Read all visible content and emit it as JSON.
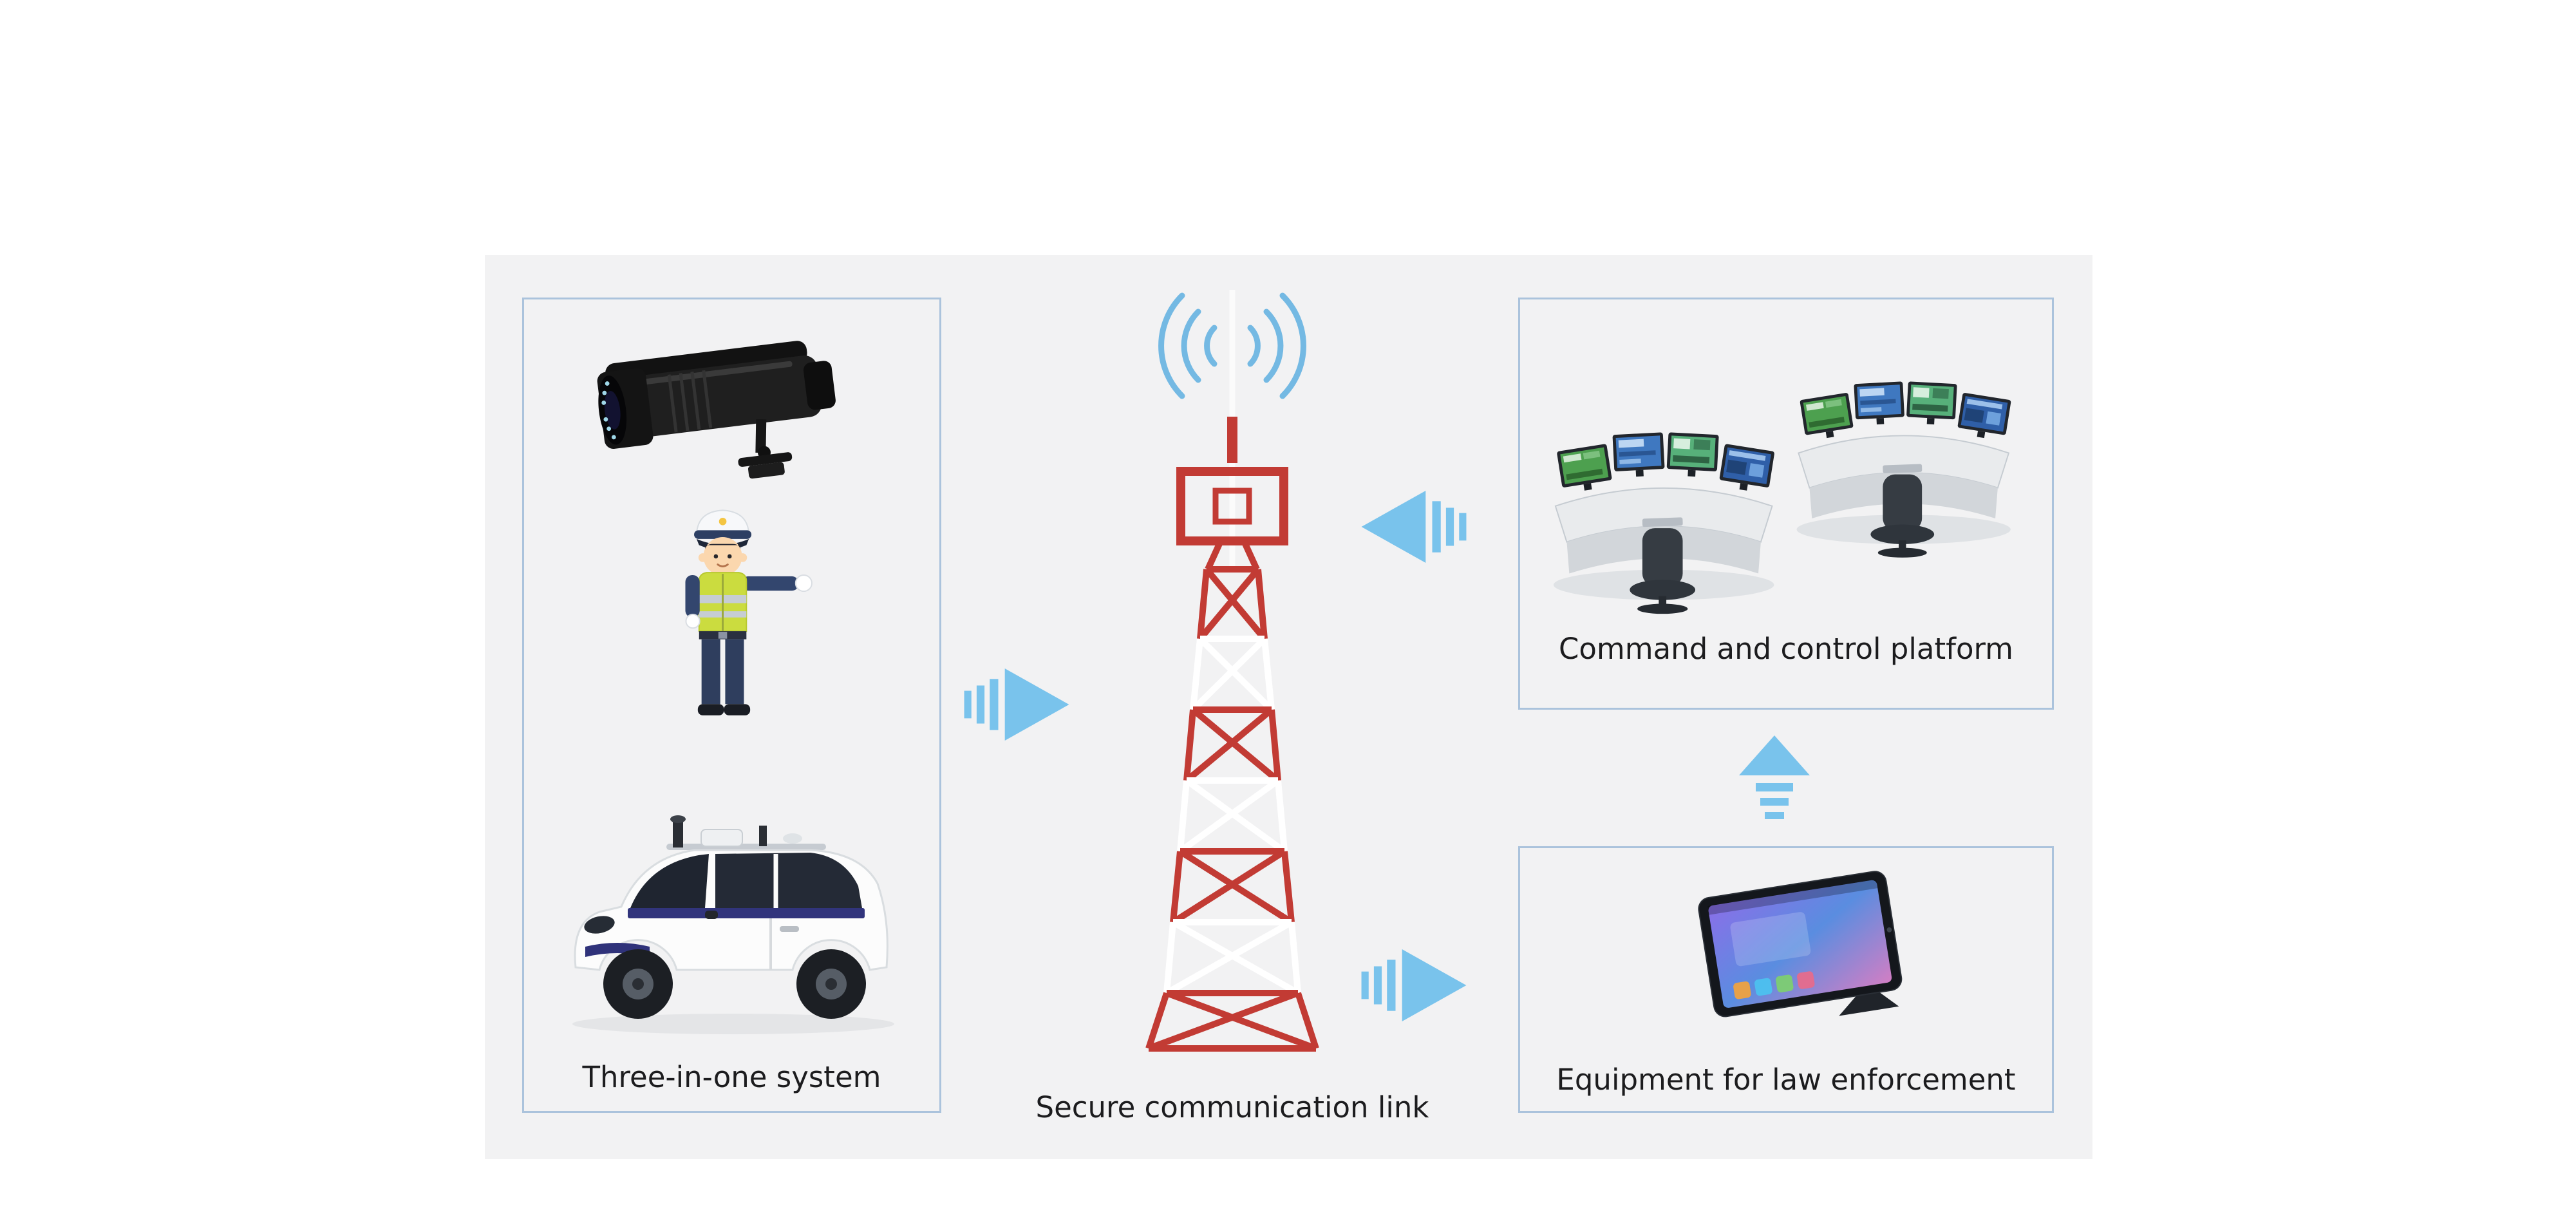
{
  "page": {
    "background": "#ffffff",
    "panel_background": "#f2f2f3"
  },
  "colors": {
    "box_border": "#abc3dc",
    "arrow_blue": "#79c3ec",
    "tower_red": "#c23b34",
    "tower_white": "#ffffff",
    "radio_wave_blue": "#74b9e3",
    "label_text": "#1c1c1e"
  },
  "nodes": {
    "three_in_one": {
      "label": "Three-in-one system",
      "items": [
        "cctv-camera",
        "traffic-police-officer",
        "autonomous-patrol-vehicle"
      ]
    },
    "secure_link": {
      "label": "Secure communication link",
      "item": "radio-tower"
    },
    "command_platform": {
      "label": "Command and control platform",
      "item": "control-room-consoles"
    },
    "law_enforcement": {
      "label": "Equipment for law enforcement",
      "item": "handheld-tablet"
    }
  },
  "arrows": [
    {
      "id": "three-in-one-to-tower",
      "direction": "right"
    },
    {
      "id": "command-platform-to-tower",
      "direction": "left"
    },
    {
      "id": "tower-to-law-enforcement",
      "direction": "right"
    },
    {
      "id": "law-enforcement-to-command-platform",
      "direction": "up"
    }
  ]
}
